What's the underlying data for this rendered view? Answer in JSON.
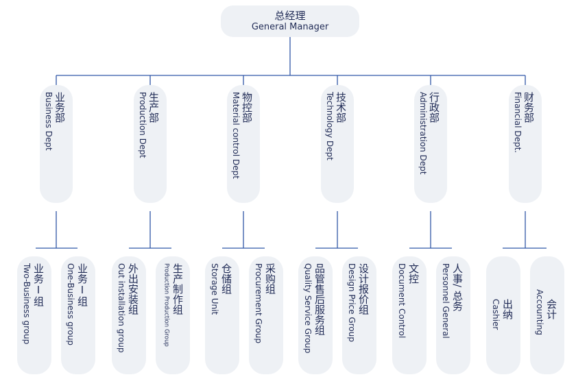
{
  "general_manager": {
    "zh": "总经理",
    "en": "General Manager"
  },
  "departments": [
    {
      "zh": "业务部",
      "en": "Business Dept"
    },
    {
      "zh": "生产部",
      "en": "Production Dept"
    },
    {
      "zh": "物控部",
      "en": "Material control Dept"
    },
    {
      "zh": "技术部",
      "en": "Technology Dept"
    },
    {
      "zh": "行政部",
      "en": "Administration Dept"
    },
    {
      "zh": "财务部",
      "en": "Financial Dept."
    }
  ],
  "groups": [
    {
      "zh": "业务Ⅰ组",
      "en": "Two-Business group"
    },
    {
      "zh": "业务Ⅰ组",
      "en": "One-Business group"
    },
    {
      "zh": "外出安装组",
      "en": "Out installation group"
    },
    {
      "zh": "生产制作组",
      "en": "Production Production Group"
    },
    {
      "zh": "仓储组",
      "en": "Storage Unit"
    },
    {
      "zh": "采购组",
      "en": "Procurement Group"
    },
    {
      "zh": "品管售后服务组",
      "en": "Quality Service Group"
    },
    {
      "zh": "设计报价组",
      "en": "Design Price Group"
    },
    {
      "zh": "文控",
      "en": "Document Control"
    },
    {
      "zh": "人事/ 总务",
      "en": "Personnel General"
    },
    {
      "zh": "出纳",
      "en": "Cashier"
    },
    {
      "zh": "会计",
      "en": "Accounting"
    }
  ],
  "colors": {
    "box_fill": "#eef1f5",
    "line": "#2f56a6",
    "text": "#1f2a55"
  }
}
